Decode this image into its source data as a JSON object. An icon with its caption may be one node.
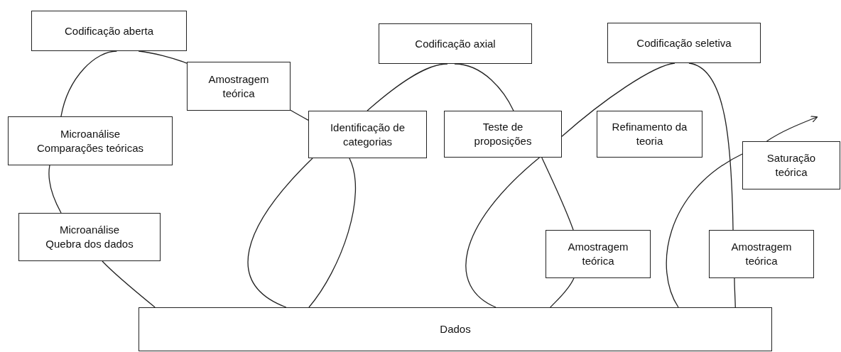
{
  "diagram": {
    "nodes": [
      {
        "text": [
          "Codificação aberta"
        ]
      },
      {
        "text": [
          "Codificação axial"
        ]
      },
      {
        "text": [
          "Codificação seletiva"
        ]
      },
      {
        "text": [
          "Amostragem teórica"
        ]
      },
      {
        "text": [
          "Microanálise",
          "Comparações teóricas"
        ]
      },
      {
        "text": [
          "Identificação de categorias"
        ]
      },
      {
        "text": [
          "Teste de proposições"
        ]
      },
      {
        "text": [
          "Refinamento da teoria"
        ]
      },
      {
        "text": [
          "Saturação teórica"
        ]
      },
      {
        "text": [
          "Microanálise",
          "Quebra dos dados"
        ]
      },
      {
        "text": [
          "Amostragem teórica"
        ]
      },
      {
        "text": [
          "Amostragem teórica"
        ]
      },
      {
        "text": [
          "Dados"
        ]
      }
    ],
    "edges": [
      {
        "from": 12,
        "to": 9,
        "arrow": "none"
      },
      {
        "from": 9,
        "to": 4,
        "arrow": "none"
      },
      {
        "from": 4,
        "to": 0,
        "arrow": "none"
      },
      {
        "from": 0,
        "to": 3,
        "arrow": "none"
      },
      {
        "from": 3,
        "to": 5,
        "arrow": "none"
      },
      {
        "from": 5,
        "to": 12,
        "arrow": "none"
      },
      {
        "from": 12,
        "to": 5,
        "arrow": "none"
      },
      {
        "from": 5,
        "to": 1,
        "arrow": "none"
      },
      {
        "from": 1,
        "to": 6,
        "arrow": "none"
      },
      {
        "from": 6,
        "to": 10,
        "arrow": "none"
      },
      {
        "from": 10,
        "to": 12,
        "arrow": "none"
      },
      {
        "from": 12,
        "to": 6,
        "arrow": "none"
      },
      {
        "from": 6,
        "to": 2,
        "arrow": "none"
      },
      {
        "from": 2,
        "to": 11,
        "arrow": "none"
      },
      {
        "from": 11,
        "to": 12,
        "arrow": "none"
      },
      {
        "from": 12,
        "to": 8,
        "arrow": "none"
      },
      {
        "from": 8,
        "to": null,
        "arrow": "to"
      }
    ]
  }
}
